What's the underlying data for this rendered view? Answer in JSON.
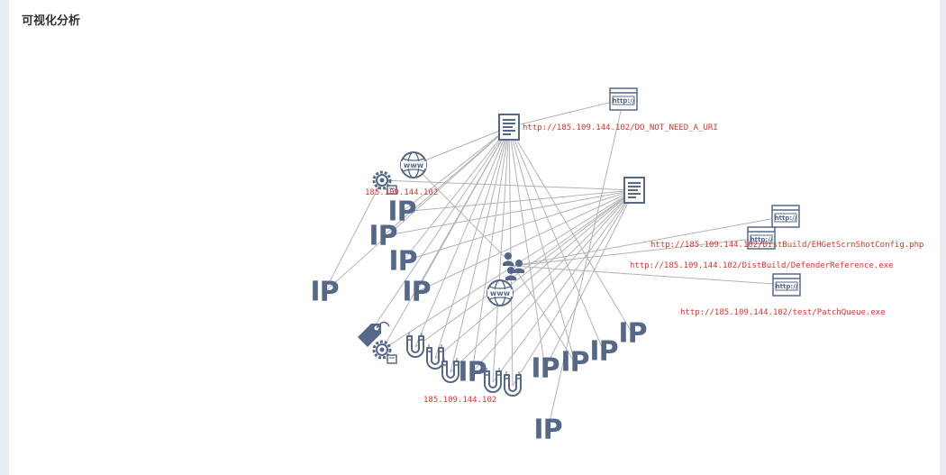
{
  "panel": {
    "title": "可视化分析"
  },
  "graph": {
    "node_color": "#56688a",
    "label_color": "#e0322b",
    "edge_color": "#b3b3b3",
    "nodes": [
      {
        "id": "doc1",
        "type": "document"
      },
      {
        "id": "doc2",
        "type": "document"
      },
      {
        "id": "http1",
        "type": "url"
      },
      {
        "id": "http2",
        "type": "url"
      },
      {
        "id": "http3",
        "type": "url"
      },
      {
        "id": "http4",
        "type": "url"
      },
      {
        "id": "www1",
        "type": "domain"
      },
      {
        "id": "www2",
        "type": "domain"
      },
      {
        "id": "gear1",
        "type": "process"
      },
      {
        "id": "gear2",
        "type": "process"
      },
      {
        "id": "tag1",
        "type": "tag"
      },
      {
        "id": "users1",
        "type": "users"
      },
      {
        "id": "ip1",
        "type": "ip",
        "text": "IP"
      },
      {
        "id": "ip2",
        "type": "ip",
        "text": "IP"
      },
      {
        "id": "ip3",
        "type": "ip",
        "text": "IP"
      },
      {
        "id": "ip4",
        "type": "ip",
        "text": "IP"
      },
      {
        "id": "ip5",
        "type": "ip",
        "text": "IP"
      },
      {
        "id": "ip6",
        "type": "ip",
        "text": "IP"
      },
      {
        "id": "ip7",
        "type": "ip",
        "text": "IP"
      },
      {
        "id": "ip8",
        "type": "ip",
        "text": "IP"
      },
      {
        "id": "ip9",
        "type": "ip",
        "text": "IP"
      },
      {
        "id": "ip10",
        "type": "ip",
        "text": "IP"
      },
      {
        "id": "ip11",
        "type": "ip",
        "text": "IP"
      },
      {
        "id": "mag1",
        "type": "magnet"
      },
      {
        "id": "mag2",
        "type": "magnet"
      },
      {
        "id": "mag3",
        "type": "magnet"
      },
      {
        "id": "mag4",
        "type": "magnet"
      },
      {
        "id": "mag5",
        "type": "magnet"
      }
    ],
    "labels": [
      {
        "id": "lbl-doc1",
        "text": "http://185.109.144.102/DO_NOT_NEED_A_URI"
      },
      {
        "id": "lbl-ip-top",
        "text": "185.109.144.102"
      },
      {
        "id": "lbl-http2",
        "text": "http://185.109.144.102/DistBuild/EHGetScrnShotConfig.php"
      },
      {
        "id": "lbl-http3",
        "text": "http://185.109.144.102/DistBuild/DefenderReference.exe"
      },
      {
        "id": "lbl-http4",
        "text": "http://185.109.144.102/test/PatchQueue.exe"
      },
      {
        "id": "lbl-ip-bottom",
        "text": "185.109.144.102"
      }
    ],
    "edges": [
      [
        "doc1",
        "http1"
      ],
      [
        "doc1",
        "www1"
      ],
      [
        "doc1",
        "ip1"
      ],
      [
        "doc1",
        "ip2"
      ],
      [
        "doc1",
        "ip3"
      ],
      [
        "doc1",
        "ip5"
      ],
      [
        "doc1",
        "mag1"
      ],
      [
        "doc1",
        "mag2"
      ],
      [
        "doc1",
        "mag3"
      ],
      [
        "doc1",
        "mag4"
      ],
      [
        "doc1",
        "mag5"
      ],
      [
        "doc1",
        "ip6"
      ],
      [
        "doc1",
        "ip7"
      ],
      [
        "doc1",
        "ip8"
      ],
      [
        "doc1",
        "ip9"
      ],
      [
        "doc1",
        "ip10"
      ],
      [
        "doc1",
        "tag1"
      ],
      [
        "doc1",
        "gear2"
      ],
      [
        "doc1",
        "ip4"
      ],
      [
        "doc2",
        "gear1"
      ],
      [
        "doc2",
        "ip1"
      ],
      [
        "doc2",
        "ip2"
      ],
      [
        "doc2",
        "ip3"
      ],
      [
        "doc2",
        "ip5"
      ],
      [
        "doc2",
        "users1"
      ],
      [
        "doc2",
        "mag1"
      ],
      [
        "doc2",
        "mag2"
      ],
      [
        "doc2",
        "mag3"
      ],
      [
        "doc2",
        "mag4"
      ],
      [
        "doc2",
        "mag5"
      ],
      [
        "doc2",
        "ip6"
      ],
      [
        "doc2",
        "ip7"
      ],
      [
        "doc2",
        "www2"
      ],
      [
        "users1",
        "http2"
      ],
      [
        "users1",
        "http3"
      ],
      [
        "users1",
        "http4"
      ],
      [
        "users1",
        "www1"
      ],
      [
        "users1",
        "ip8"
      ],
      [
        "users1",
        "gear2"
      ],
      [
        "http1",
        "ip11"
      ],
      [
        "gear1",
        "ip4"
      ]
    ]
  }
}
